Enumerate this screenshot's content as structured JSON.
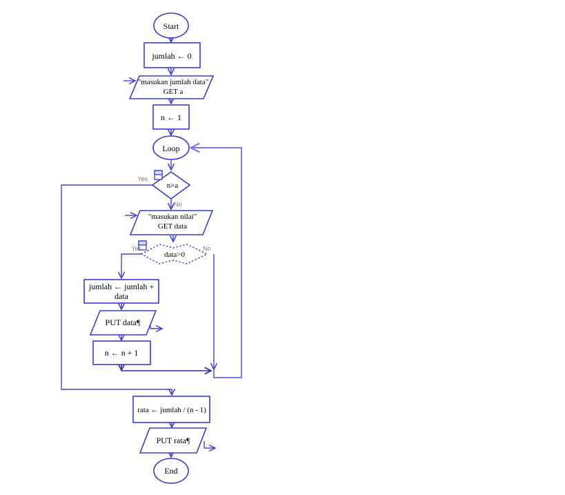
{
  "diagram": {
    "type": "flowchart",
    "nodes": {
      "start": {
        "label": "Start"
      },
      "init_jumlah": {
        "label": "jumlah ← 0"
      },
      "input_count": {
        "line1": "\"masukan jumlah data\"",
        "line2": "GET a"
      },
      "init_n": {
        "label": "n ← 1"
      },
      "loop": {
        "label": "Loop"
      },
      "cond_n_gt_a": {
        "label": "n>a",
        "yes_label": "Yes",
        "no_label": "No"
      },
      "input_value": {
        "line1": "\"masukan nilai\"",
        "line2": "GET data"
      },
      "cond_data_gt_0": {
        "label": "data>0",
        "yes_label": "Yes",
        "no_label": "No"
      },
      "add_jumlah": {
        "line1": "jumlah ← jumlah +",
        "line2": "data"
      },
      "put_data": {
        "label": "PUT data¶"
      },
      "inc_n": {
        "label": "n ← n + 1"
      },
      "calc_rata": {
        "label": "rata ← jumlah / (n - 1)"
      },
      "put_rata": {
        "label": "PUT rata¶"
      },
      "end": {
        "label": "End"
      }
    },
    "colors": {
      "shape_stroke": "#3b3bcb",
      "connector": "#4444cd",
      "loopback_line": "#7b7bdf",
      "merge_line": "#2929ad",
      "node_text": "#000000",
      "branch_label_text": "#7f7f7f",
      "marker_icon_fill": "#cfe0f5",
      "background": "#ffffff"
    }
  }
}
